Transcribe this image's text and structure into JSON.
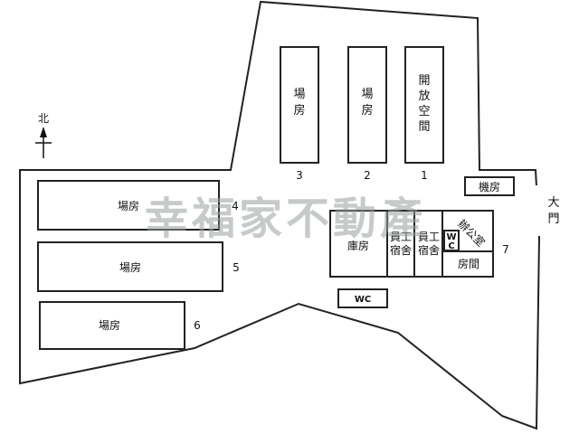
{
  "site": {
    "compass_label": "北",
    "gate_label": "大門",
    "watermark": "幸福家不動產"
  },
  "buildings": {
    "warehouse_left_1": "場房",
    "warehouse_left_2": "場房",
    "warehouse_left_3": "場房",
    "warehouse_top_3": "場房",
    "warehouse_top_2": "場房",
    "open_space": "開放空間",
    "storage": "庫房",
    "dorm_1": "員工宿舍",
    "dorm_2": "員工宿舍",
    "wc_small": "WC",
    "office": "辦公室",
    "room": "房間",
    "machine_room": "機房",
    "wc_bottom": "WC"
  },
  "numbers": {
    "n1": "1",
    "n2": "2",
    "n3": "3",
    "n4": "4",
    "n5": "5",
    "n6": "6",
    "n7": "7"
  }
}
